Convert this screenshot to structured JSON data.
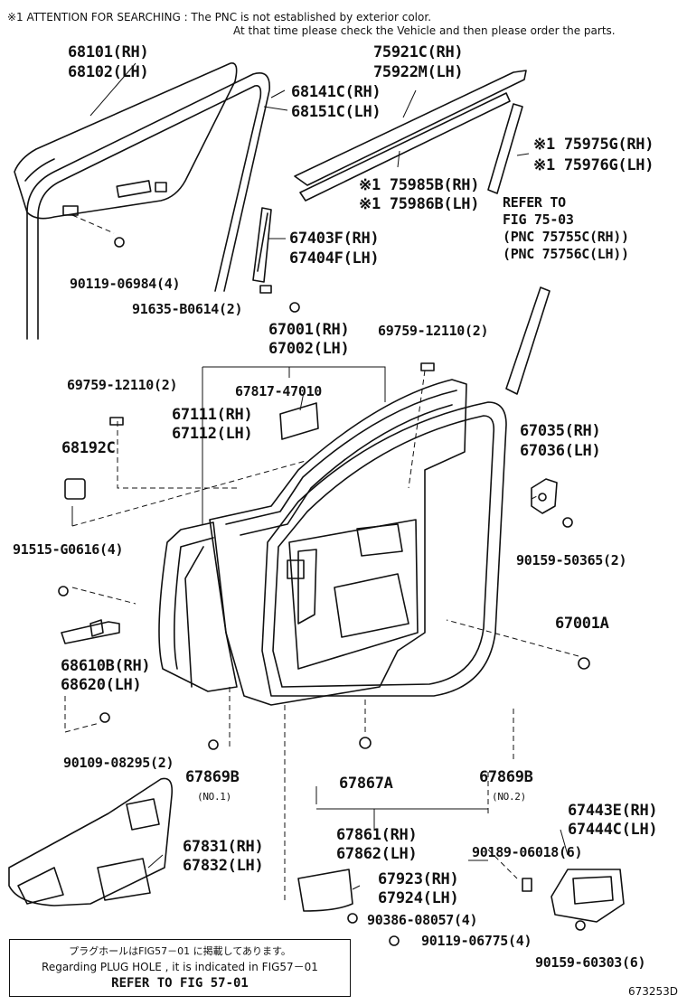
{
  "header": {
    "line1": "※1  ATTENTION FOR SEARCHING : The PNC is not established by exterior color.",
    "line2": "At that time please check the Vehicle and then please order the parts."
  },
  "parts": {
    "glass_rh": "68101(RH)",
    "glass_lh": "68102(LH)",
    "run_rh": "68141C(RH)",
    "run_lh": "68151C(LH)",
    "molding_rh": "75921C(RH)",
    "molding_lh": "75922M(LH)",
    "tape_rh": "※1 75975G(RH)",
    "tape_lh": "※1 75976G(LH)",
    "belt_rh": "※1 75985B(RH)",
    "belt_lh": "※1 75986B(LH)",
    "refer1": "REFER TO",
    "refer2": "FIG 75-03",
    "refer3": "(PNC 75755C(RH))",
    "refer4": "(PNC 75756C(LH))",
    "channel_rh": "67403F(RH)",
    "channel_lh": "67404F(LH)",
    "bolt_06984": "90119-06984(4)",
    "bolt_b0614": "91635-B0614(2)",
    "door_rh": "67001(RH)",
    "door_lh": "67002(LH)",
    "clip_12110_r": "69759-12110(2)",
    "clip_12110_l": "69759-12110(2)",
    "seal_47010": "67817-47010",
    "panel_rh": "67111(RH)",
    "panel_lh": "67112(LH)",
    "plug_68192c": "68192C",
    "hinge_rh": "67035(RH)",
    "hinge_lh": "67036(LH)",
    "bolt_g0616": "91515-G0616(4)",
    "bolt_50365": "90159-50365(2)",
    "plug_67001a": "67001A",
    "check_rh": "68610B(RH)",
    "check_lh": "68620(LH)",
    "bolt_08295": "90109-08295(2)",
    "hole_no1": "67869B",
    "hole_no1_sub": "(NO.1)",
    "hole_a": "67867A",
    "hole_no2": "67869B",
    "hole_no2_sub": "(NO.2)",
    "weather_rh": "67861(RH)",
    "weather_lh": "67862(LH)",
    "trim_rh": "67831(RH)",
    "trim_lh": "67832(LH)",
    "cover_rh": "67443E(RH)",
    "cover_lh": "67444C(LH)",
    "clip_06018": "90189-06018(6)",
    "pad_rh": "67923(RH)",
    "pad_lh": "67924(LH)",
    "bolt_08057": "90386-08057(4)",
    "bolt_06775": "90119-06775(4)",
    "bolt_60303": "90159-60303(6)"
  },
  "plug_note": {
    "jp": "プラグホールはFIG57－01 に掲載してあります。",
    "en": "Regarding  PLUG HOLE , it is indicated  in FIG57－01",
    "ref": "REFER TO FIG 57-01"
  },
  "figure_id": "673253D"
}
